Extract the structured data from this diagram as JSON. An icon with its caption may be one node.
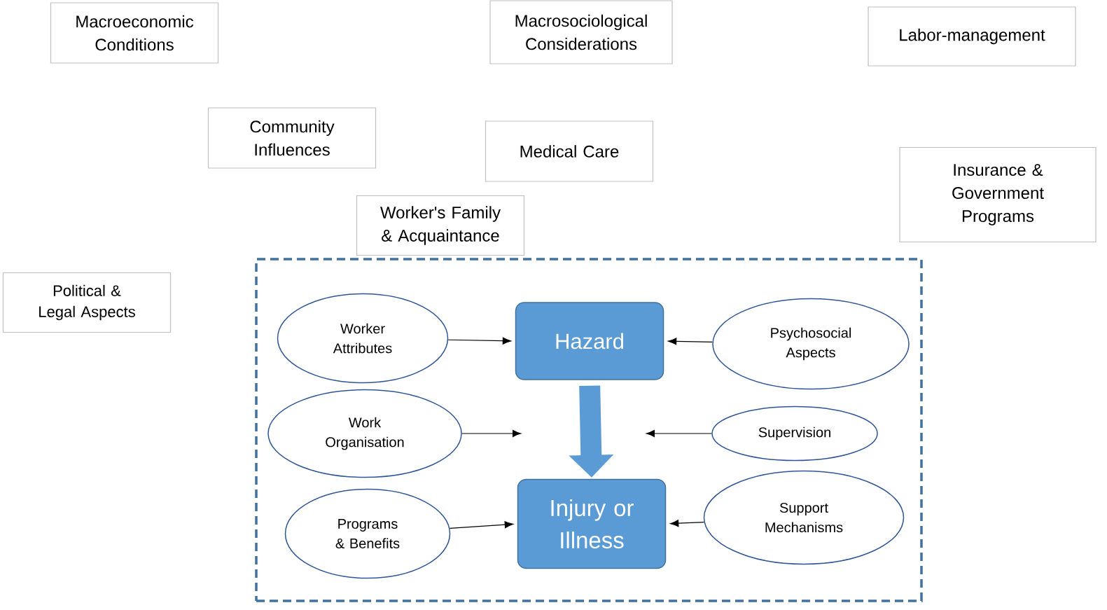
{
  "diagram": {
    "nodes": [
      {
        "text": [
          "Macroeconomic Conditions"
        ]
      },
      {
        "text": [
          "Macrosociological Considerations"
        ]
      },
      {
        "text": [
          "Labor-management"
        ]
      },
      {
        "text": [
          "Community Influences"
        ]
      },
      {
        "text": [
          "Medical Care"
        ]
      },
      {
        "text": [
          "Insurance & Government Programs"
        ]
      },
      {
        "text": [
          "Worker's Family & Acquaintance"
        ]
      },
      {
        "text": [
          "Political & Legal Aspects"
        ]
      },
      {
        "text": [],
        "shape": "box"
      },
      {
        "text": [
          "Worker Attributes"
        ],
        "in": 8
      },
      {
        "text": [
          "Hazard"
        ],
        "in": 8
      },
      {
        "text": [
          "Psychosocial Aspects"
        ],
        "in": 8
      },
      {
        "text": [
          "Work Organisation"
        ],
        "in": 8
      },
      {
        "text": [
          "Supervision"
        ],
        "in": 8
      },
      {
        "text": [
          "Programs & Benefits"
        ],
        "in": 8
      },
      {
        "text": [
          "Injury or Illness"
        ],
        "in": 8
      },
      {
        "text": [
          "Support Mechanisms"
        ],
        "in": 8
      }
    ],
    "edges": [
      {
        "from": 9,
        "to": 10,
        "arrow": "to"
      },
      {
        "from": 11,
        "to": 10,
        "arrow": "to"
      },
      {
        "from": 12,
        "to": null,
        "arrow": "to"
      },
      {
        "from": 13,
        "to": null,
        "arrow": "to"
      },
      {
        "from": 14,
        "to": 15,
        "arrow": "to"
      },
      {
        "from": 16,
        "to": 15,
        "arrow": "to"
      },
      {
        "from": 10,
        "to": 15,
        "arrow": "to",
        "style": "thick",
        "color": "#5b9bd5"
      }
    ]
  }
}
